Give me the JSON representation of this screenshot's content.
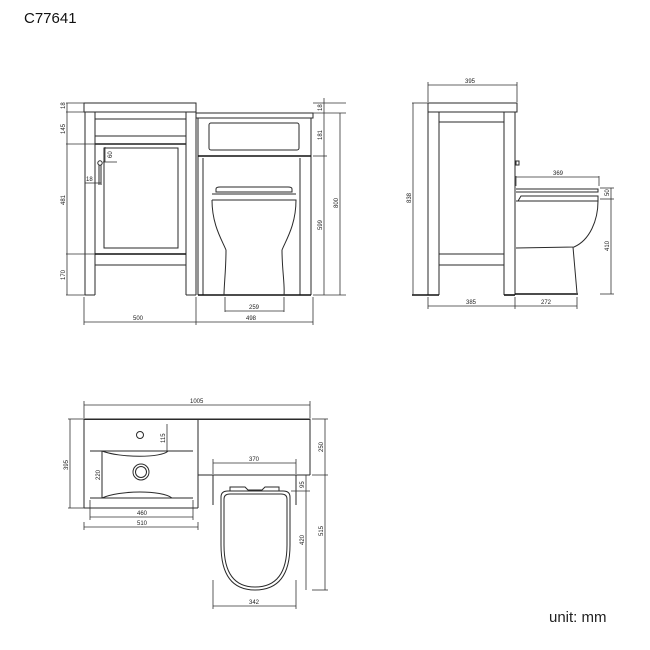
{
  "title": "C77641",
  "unit_label": "unit: mm",
  "views": {
    "front": {
      "vanity_width": "500",
      "toilet_unit_width": "498",
      "top_thickness_left": "18",
      "drawer_rail_height": "145",
      "door_height": "481",
      "plinth_height": "170",
      "handle_offset": "60",
      "handle_inset": "18",
      "top_thickness_right": "18",
      "panel_height": "181",
      "toilet_recess_height": "599",
      "total_height": "800",
      "pan_base_width": "259"
    },
    "side": {
      "top_depth": "395",
      "total_height": "838",
      "cabinet_depth": "385",
      "pan_projection": "272",
      "seat_length": "369",
      "seat_thickness": "50",
      "pan_height": "410"
    },
    "plan": {
      "overall_width": "1005",
      "basin_depth": "395",
      "tap_hole_offset": "115",
      "bowl_depth": "220",
      "bowl_width": "460",
      "basin_width": "510",
      "cistern_depth": "250",
      "toilet_unit_width": "370",
      "hinge_offset": "95",
      "seat_length": "420",
      "pan_projection": "515",
      "seat_width": "342"
    }
  }
}
